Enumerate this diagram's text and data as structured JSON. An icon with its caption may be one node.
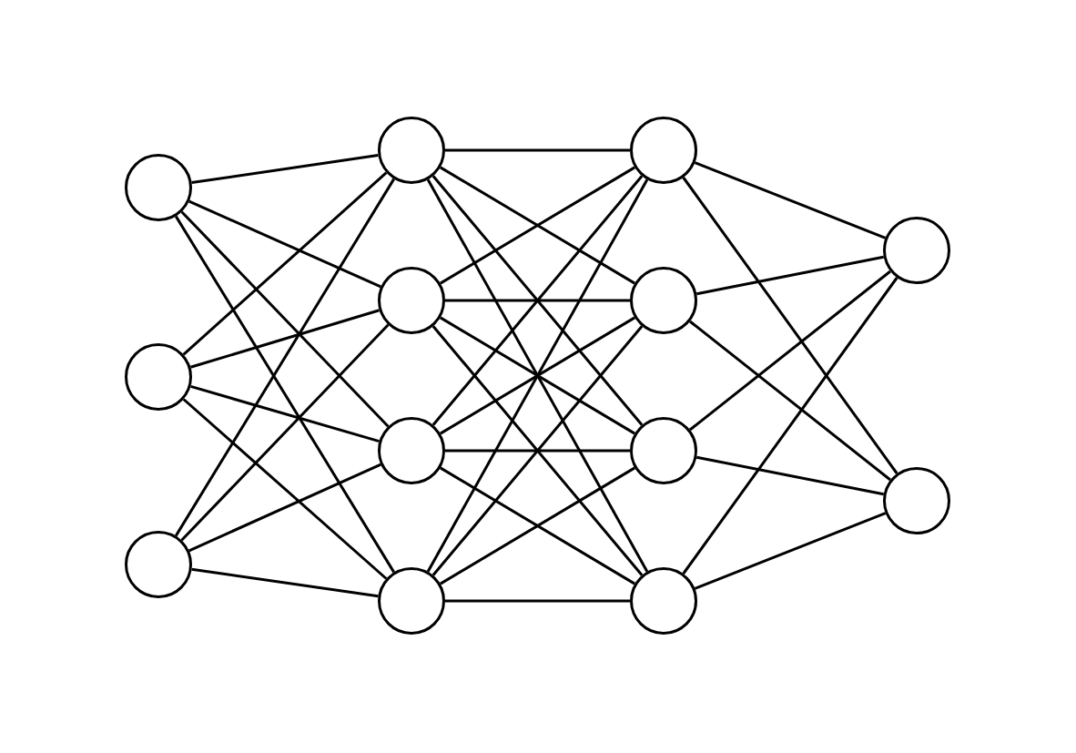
{
  "diagram": {
    "nodes": [
      {
        "text": [],
        "shape": "circle"
      },
      {
        "text": [],
        "shape": "circle"
      },
      {
        "text": [],
        "shape": "circle"
      },
      {
        "text": [],
        "shape": "circle"
      },
      {
        "text": [],
        "shape": "circle"
      },
      {
        "text": [],
        "shape": "circle"
      },
      {
        "text": [],
        "shape": "circle"
      },
      {
        "text": [],
        "shape": "circle"
      },
      {
        "text": [],
        "shape": "circle"
      },
      {
        "text": [],
        "shape": "circle"
      },
      {
        "text": [],
        "shape": "circle"
      },
      {
        "text": [],
        "shape": "circle"
      },
      {
        "text": [],
        "shape": "circle"
      }
    ],
    "edges": [
      {
        "from": 0,
        "to": 3,
        "arrow": "none"
      },
      {
        "from": 0,
        "to": 4,
        "arrow": "none"
      },
      {
        "from": 0,
        "to": 5,
        "arrow": "none"
      },
      {
        "from": 0,
        "to": 6,
        "arrow": "none"
      },
      {
        "from": 1,
        "to": 3,
        "arrow": "none"
      },
      {
        "from": 1,
        "to": 4,
        "arrow": "none"
      },
      {
        "from": 1,
        "to": 5,
        "arrow": "none"
      },
      {
        "from": 1,
        "to": 6,
        "arrow": "none"
      },
      {
        "from": 2,
        "to": 3,
        "arrow": "none"
      },
      {
        "from": 2,
        "to": 4,
        "arrow": "none"
      },
      {
        "from": 2,
        "to": 5,
        "arrow": "none"
      },
      {
        "from": 2,
        "to": 6,
        "arrow": "none"
      },
      {
        "from": 3,
        "to": 7,
        "arrow": "none"
      },
      {
        "from": 3,
        "to": 8,
        "arrow": "none"
      },
      {
        "from": 3,
        "to": 9,
        "arrow": "none"
      },
      {
        "from": 3,
        "to": 10,
        "arrow": "none"
      },
      {
        "from": 4,
        "to": 7,
        "arrow": "none"
      },
      {
        "from": 4,
        "to": 8,
        "arrow": "none"
      },
      {
        "from": 4,
        "to": 9,
        "arrow": "none"
      },
      {
        "from": 4,
        "to": 10,
        "arrow": "none"
      },
      {
        "from": 5,
        "to": 7,
        "arrow": "none"
      },
      {
        "from": 5,
        "to": 8,
        "arrow": "none"
      },
      {
        "from": 5,
        "to": 9,
        "arrow": "none"
      },
      {
        "from": 5,
        "to": 10,
        "arrow": "none"
      },
      {
        "from": 6,
        "to": 7,
        "arrow": "none"
      },
      {
        "from": 6,
        "to": 8,
        "arrow": "none"
      },
      {
        "from": 6,
        "to": 9,
        "arrow": "none"
      },
      {
        "from": 6,
        "to": 10,
        "arrow": "none"
      },
      {
        "from": 7,
        "to": 11,
        "arrow": "none"
      },
      {
        "from": 7,
        "to": 12,
        "arrow": "none"
      },
      {
        "from": 8,
        "to": 11,
        "arrow": "none"
      },
      {
        "from": 8,
        "to": 12,
        "arrow": "none"
      },
      {
        "from": 9,
        "to": 11,
        "arrow": "none"
      },
      {
        "from": 9,
        "to": 12,
        "arrow": "none"
      },
      {
        "from": 10,
        "to": 11,
        "arrow": "none"
      },
      {
        "from": 10,
        "to": 12,
        "arrow": "none"
      }
    ]
  }
}
